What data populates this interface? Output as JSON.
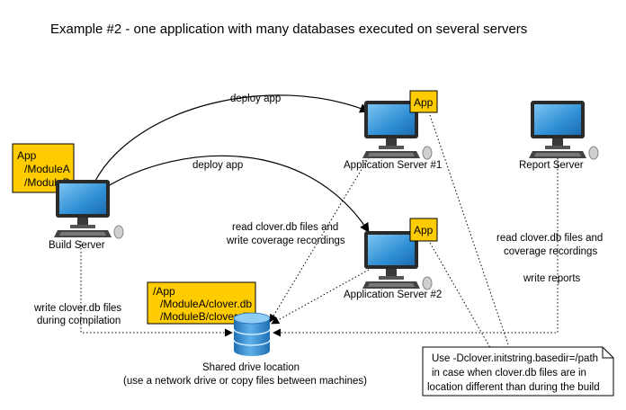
{
  "title": "Example #2 - one application with many databases executed on several servers",
  "colors": {
    "app_box": "#ffcc00",
    "screen": "#2f8fd4",
    "monitor_frame": "#2a2a2a",
    "database": "#3a8fd0"
  },
  "icons": {
    "server": "computer-monitor-icon",
    "database": "database-cylinder-icon"
  },
  "nodes": {
    "build_server": {
      "label": "Build Server",
      "app_box_lines": [
        "App",
        "/ModuleA",
        "/ModuleB"
      ]
    },
    "app_server_1": {
      "label": "Application Server #1",
      "app_box_lines": [
        "App"
      ]
    },
    "app_server_2": {
      "label": "Application Server #2",
      "app_box_lines": [
        "App"
      ]
    },
    "report_server": {
      "label": "Report Server"
    },
    "shared_drive": {
      "label_lines": [
        "Shared drive location",
        "(use a network drive or copy files between machines)"
      ],
      "app_box_lines": [
        "/App",
        "/ModuleA/clover.db",
        "/ModuleB/clover.db"
      ]
    }
  },
  "edges": {
    "deploy_1": "deploy app",
    "deploy_2": "deploy app",
    "write_db": [
      "write clover.db files",
      "during compilation"
    ],
    "read_write": [
      "read clover.db files and",
      "write coverage recordings"
    ],
    "report_read": [
      "read clover.db files and",
      "coverage recordings"
    ],
    "report_write": "write reports"
  },
  "note": {
    "lines": [
      "Use -Dclover.initstring.basedir=/path",
      "in case when clover.db files are in",
      "location different than during the build"
    ]
  }
}
